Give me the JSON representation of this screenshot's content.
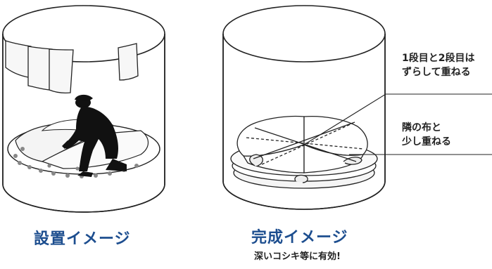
{
  "left_panel": {
    "caption": "設置イメージ"
  },
  "right_panel": {
    "caption": "完成イメージ",
    "subcaption": "深いコシキ等に有効!",
    "annotation_1": {
      "line1": "1段目と2段目は",
      "line2": "ずらして重ねる"
    },
    "annotation_2": {
      "line1": "隣の布と",
      "line2": "少し重ねる"
    }
  },
  "colors": {
    "caption": "#1d4e8f",
    "outline": "#222222",
    "dots": "#888888"
  }
}
